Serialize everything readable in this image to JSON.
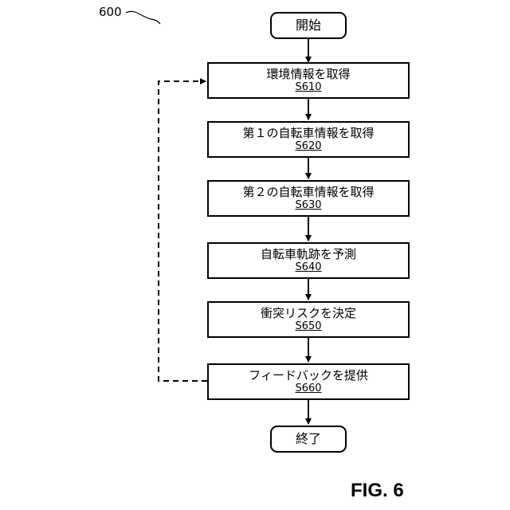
{
  "diagram": {
    "reference_number": "600",
    "figure_label": "FIG. 6",
    "start": "開始",
    "end": "終了",
    "steps": [
      {
        "label": "環境情報を取得",
        "code": "S610"
      },
      {
        "label": "第１の自転車情報を取得",
        "code": "S620"
      },
      {
        "label": "第２の自転車情報を取得",
        "code": "S630"
      },
      {
        "label": "自転車軌跡を予測",
        "code": "S640"
      },
      {
        "label": "衝突リスクを決定",
        "code": "S650"
      },
      {
        "label": "フィードバックを提供",
        "code": "S660"
      }
    ]
  }
}
